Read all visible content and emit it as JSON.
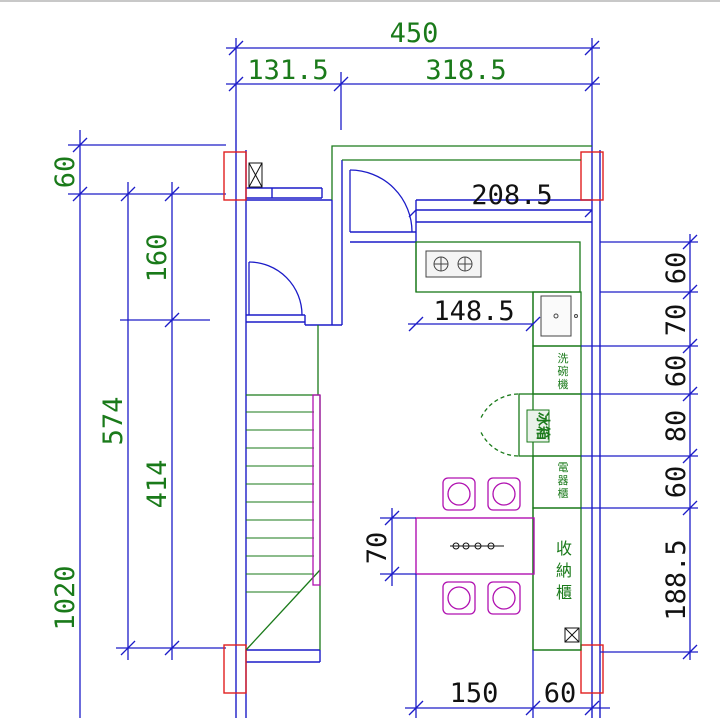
{
  "dimensions": {
    "top_total": "450",
    "top_left": "131.5",
    "top_right": "318.5",
    "left_60": "60",
    "left_160": "160",
    "left_574": "574",
    "left_414": "414",
    "left_1020": "1020",
    "inner_208": "208.5",
    "inner_148": "148.5",
    "right_60a": "60",
    "right_70": "70",
    "right_60b": "60",
    "right_80": "80",
    "right_60c": "60",
    "right_188": "188.5",
    "table_70": "70",
    "bottom_150": "150",
    "bottom_60": "60"
  },
  "labels": {
    "dishwasher": [
      "洗",
      "碗",
      "機"
    ],
    "fridge": [
      "冰",
      "箱"
    ],
    "appliance": [
      "電",
      "器",
      "櫃"
    ],
    "storage": [
      "收",
      "納",
      "櫃"
    ]
  },
  "colors": {
    "wall_blue": "#1c1cc8",
    "furniture_green": "#1a7a1a",
    "column_red": "#e02020",
    "chair_magenta": "#b010b0",
    "text_black": "#111111"
  }
}
